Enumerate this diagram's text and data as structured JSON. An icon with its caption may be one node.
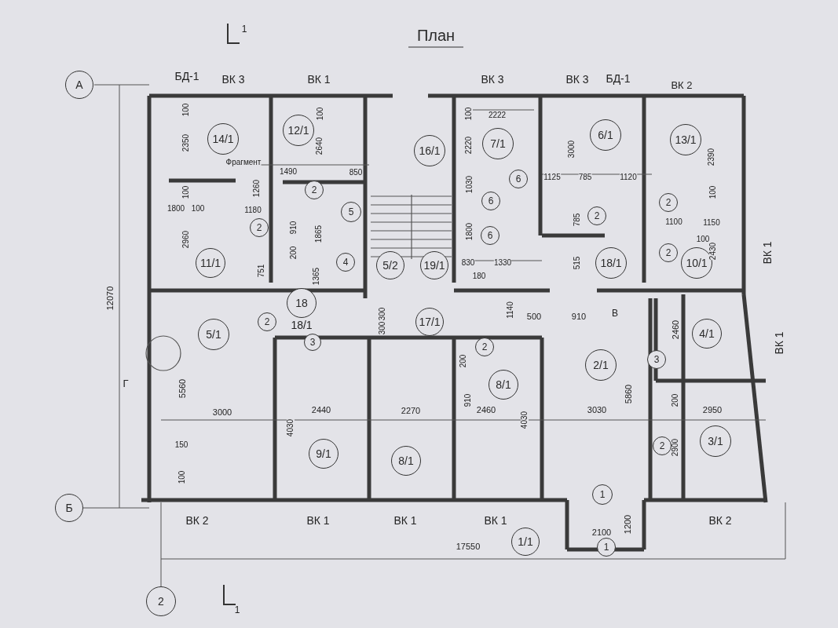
{
  "diagram": {
    "title": "План",
    "nodes": [
      {
        "text": [
          "А"
        ]
      },
      {
        "text": [
          "Б"
        ]
      },
      {
        "text": [
          "2"
        ]
      },
      {
        "text": [
          "14/1"
        ]
      },
      {
        "text": [
          "12/1"
        ]
      },
      {
        "text": [
          "16/1"
        ]
      },
      {
        "text": [
          "7/1"
        ]
      },
      {
        "text": [
          "6/1"
        ]
      },
      {
        "text": [
          "13/1"
        ]
      },
      {
        "text": [
          "2"
        ]
      },
      {
        "text": [
          "5"
        ]
      },
      {
        "text": [
          "6"
        ]
      },
      {
        "text": [
          "6"
        ]
      },
      {
        "text": [
          "6"
        ]
      },
      {
        "text": [
          "2"
        ]
      },
      {
        "text": [
          "11/1"
        ]
      },
      {
        "text": [
          "4"
        ]
      },
      {
        "text": [
          "5/2"
        ]
      },
      {
        "text": [
          "19/1"
        ]
      },
      {
        "text": [
          "2"
        ]
      },
      {
        "text": [
          "2"
        ]
      },
      {
        "text": [
          "18/1"
        ]
      },
      {
        "text": [
          "2"
        ]
      },
      {
        "text": [
          "10/1"
        ]
      },
      {
        "text": [
          "18"
        ]
      },
      {
        "text": [
          "2"
        ]
      },
      {
        "text": [
          "3"
        ]
      },
      {
        "text": [
          "17/1"
        ]
      },
      {
        "text": [
          "2"
        ]
      },
      {
        "text": [
          "8/1"
        ]
      },
      {
        "text": [
          "2/1"
        ]
      },
      {
        "text": [
          "4/1"
        ]
      },
      {
        "text": [
          "3"
        ]
      },
      {
        "text": [
          "5/1"
        ]
      },
      {
        "text": [
          "9/1"
        ]
      },
      {
        "text": [
          "8/1"
        ]
      },
      {
        "text": [
          "2"
        ]
      },
      {
        "text": [
          "3/1"
        ]
      },
      {
        "text": [
          "1"
        ]
      },
      {
        "text": [
          "1/1"
        ]
      },
      {
        "text": [
          "1"
        ]
      }
    ],
    "labels": [
      "1",
      "БД-1",
      "ВК 3",
      "ВК 1",
      "ВК 3",
      "ВК 3",
      "БД-1",
      "ВК 2",
      "12070",
      "100",
      "2350",
      "100",
      "2640",
      "100",
      "2222",
      "2220",
      "3000",
      "2390",
      "Фрагмент",
      "1490",
      "850",
      "1125",
      "785",
      "1120",
      "100",
      "1800",
      "100",
      "1180",
      "1260",
      "2960",
      "910",
      "1865",
      "200",
      "751",
      "1365",
      "1030",
      "1800",
      "785",
      "515",
      "1100",
      "1150",
      "100",
      "100",
      "2430",
      "830",
      "1330",
      "180",
      "18/1",
      "ВК 1",
      "ВК 1",
      "300",
      "300",
      "1140",
      "500",
      "910",
      "В",
      "5560",
      "Г",
      "3000",
      "4030",
      "2440",
      "2270",
      "2460",
      "4030",
      "910",
      "200",
      "3030",
      "5860",
      "2460",
      "200",
      "2950",
      "2900",
      "150",
      "100",
      "ВК 2",
      "ВК 1",
      "ВК 1",
      "ВК 1",
      "2100",
      "1200",
      "ВК 2",
      "17550",
      "1"
    ]
  }
}
